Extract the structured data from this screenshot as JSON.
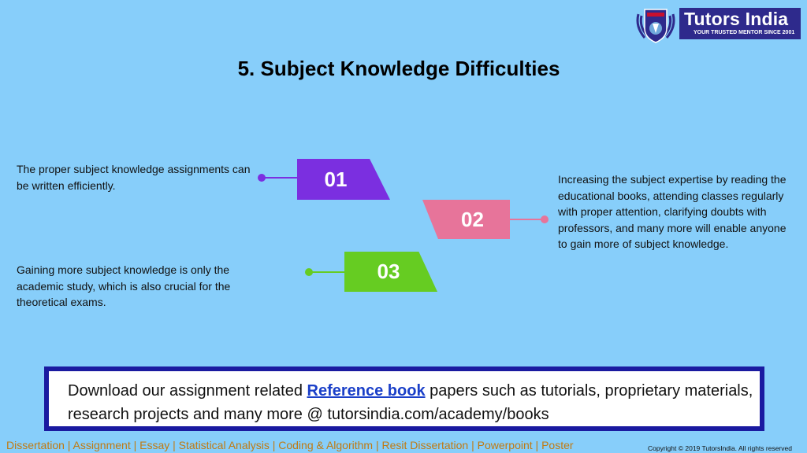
{
  "brand": {
    "name": "Tutors India",
    "tagline": "YOUR TRUSTED MENTOR SINCE 2001",
    "primary_color": "#2E2A8C"
  },
  "slide": {
    "title": "5. Subject Knowledge Difficulties",
    "items": [
      {
        "number": "01",
        "color": "#7B2FE0",
        "text": "The proper subject knowledge assignments can be written efficiently."
      },
      {
        "number": "02",
        "color": "#E7749A",
        "text": "Increasing the subject expertise by reading the educational books, attending classes regularly with proper attention, clarifying doubts with professors, and many more will enable anyone to gain more of subject knowledge."
      },
      {
        "number": "03",
        "color": "#66CC22",
        "text": "Gaining more subject knowledge is only the academic study, which is also crucial for the theoretical exams."
      }
    ]
  },
  "banner": {
    "prefix": "Download our assignment related ",
    "link_text": "Reference book",
    "suffix": " papers such as tutorials, proprietary materials, research projects and many more @ tutorsindia.com/academy/books"
  },
  "footer": {
    "links_text": "Dissertation | Assignment | Essay | Statistical Analysis | Coding & Algorithm  | Resit Dissertation | Powerpoint | Poster",
    "copyright": "Copyright © 2019 TutorsIndia. All rights reserved"
  }
}
